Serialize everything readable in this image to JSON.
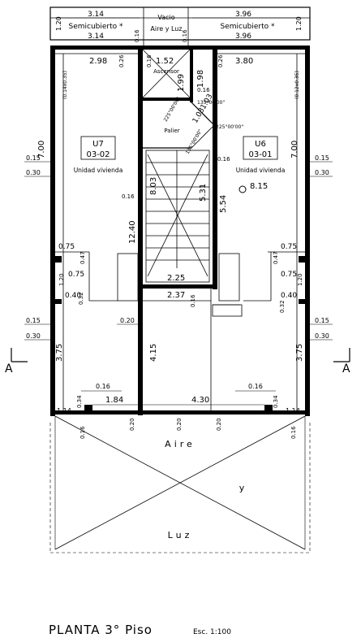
{
  "title": {
    "main": "PLANTA 3° Piso",
    "scale": "Esc. 1:100"
  },
  "top": {
    "left_dim_top": "3.14",
    "left_label": "Semicubierto *",
    "left_dim_bottom": "3.14",
    "center_label_1": "Vacio",
    "center_label_2": "Aire y Luz",
    "right_dim_top": "3.96",
    "right_label": "Semicubierto *",
    "right_dim_bottom": "3.96",
    "edge_120": "1.20",
    "small_016": "0.16"
  },
  "units": {
    "left": {
      "name": "U7",
      "code": "03-02",
      "label": "Unidad vivienda"
    },
    "right": {
      "name": "U6",
      "code": "03-01",
      "label": "Unidad vivienda"
    }
  },
  "core": {
    "ascensor": "Ascensor",
    "palier": "Palier",
    "angle_1": "135°00'00\"",
    "angle_2": "225°00'00\"",
    "angle_3": "225°00'00\"",
    "angle_4": "135°00'00\""
  },
  "dims": {
    "d298": "2.98",
    "d026": "0.26",
    "d152": "1.52",
    "d198": "1.98",
    "d199": "1.99",
    "d380": "3.80",
    "d014": "(0.14x0.35)",
    "d012": "(0.12x0.35)",
    "d016": "0.16",
    "d103": "1.03",
    "d700": "7.00",
    "d015": "0.15",
    "d030": "0.30",
    "d803": "8.03",
    "d531": "5.31",
    "d554": "5.54",
    "d815": "8.15",
    "d1240": "12.40",
    "d075": "0.75",
    "d047": "0.47",
    "d120": "1.20",
    "d040": "0.40",
    "d032": "0.32",
    "d225": "2.25",
    "d237": "2.37",
    "d020": "0.20",
    "d415": "4.15",
    "d375": "3.75",
    "d184": "1.84",
    "d430": "4.30",
    "d114": "1.14",
    "d034": "0.34"
  },
  "aire": "Aire",
  "y": "y",
  "luz": "Luz",
  "section": "A"
}
